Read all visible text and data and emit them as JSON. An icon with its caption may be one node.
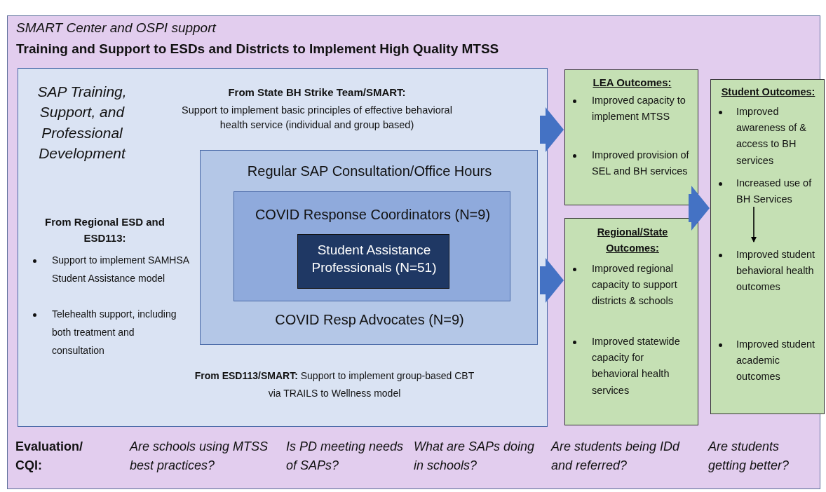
{
  "diagram": {
    "nodes": [
      {
        "text": [
          "SMART Center and OSPI support",
          "Training and Support to ESDs and Districts to Implement High Quality MTSS"
        ]
      },
      {
        "text": [
          "SAP Training, Support, and Professional Development",
          "From State BH Strike Team/SMART:",
          "Support to implement basic principles of effective behavioral health service (individual and group based)",
          "From Regional ESD and ESD113:",
          "Support to implement SAMHSA Student Assistance model",
          "Telehealth support, including both treatment and consultation",
          "**From ESD113/SMART:** Support to implement group-based CBT via TRAILS to Wellness model"
        ],
        "in": 0
      },
      {
        "text": [
          "Regular SAP Consultation/Office Hours",
          "COVID Resp Advocates (N=9)"
        ],
        "in": 1
      },
      {
        "text": [
          "COVID Response Coordinators (N=9)"
        ],
        "in": 2
      },
      {
        "text": [
          "Student Assistance Professionals (N=51)"
        ],
        "in": 3
      },
      {
        "text": [
          "LEA Outcomes:",
          "Improved capacity to implement MTSS",
          "Improved provision of SEL and BH services"
        ],
        "in": 0
      },
      {
        "text": [
          "Regional/State Outcomes:",
          "Improved regional capacity to support districts & schools",
          "Improved statewide capacity for behavioral health services"
        ],
        "in": 0
      },
      {
        "text": [
          "Student Outcomes:"
        ],
        "in": 0
      },
      {
        "text": [
          "Improved awareness of & access to BH services",
          "Increased use of BH Services"
        ],
        "in": 7
      },
      {
        "text": [
          "Improved student behavioral health outcomes",
          "Improved student academic outcomes"
        ],
        "in": 7
      }
    ],
    "edges": [
      {
        "from": 1,
        "to": 5,
        "arrow": "to",
        "style": "thick"
      },
      {
        "from": 1,
        "to": 6,
        "arrow": "to",
        "style": "thick"
      },
      {
        "from": 5,
        "to": 7,
        "arrow": "to",
        "style": "thick"
      },
      {
        "from": 6,
        "to": 7,
        "arrow": "to",
        "style": "thick"
      },
      {
        "from": 8,
        "to": 9,
        "arrow": "to",
        "color": "#000000"
      }
    ],
    "labels": [
      "Evaluation/ CQI:",
      "Are schools using MTSS best practices?",
      "Is PD meeting needs of SAPs?",
      "What are SAPs doing in schools?",
      "Are students being IDd and referred?",
      "Are students getting better?"
    ]
  }
}
